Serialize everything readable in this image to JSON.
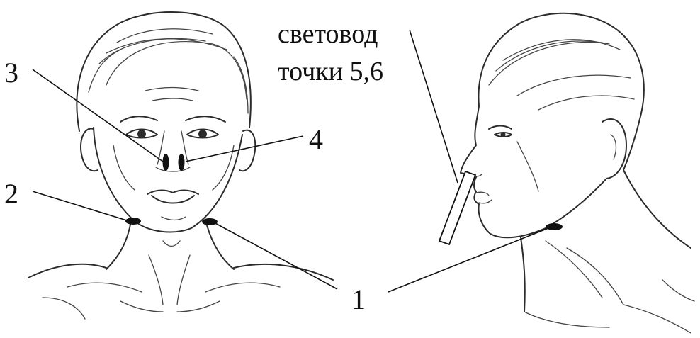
{
  "labels": {
    "point_1": "1",
    "point_2": "2",
    "point_3": "3",
    "point_4": "4",
    "lightguide_line1": "световод",
    "lightguide_line2": "точки 5,6"
  },
  "colors": {
    "ink": "#111111",
    "paper": "#ffffff"
  }
}
